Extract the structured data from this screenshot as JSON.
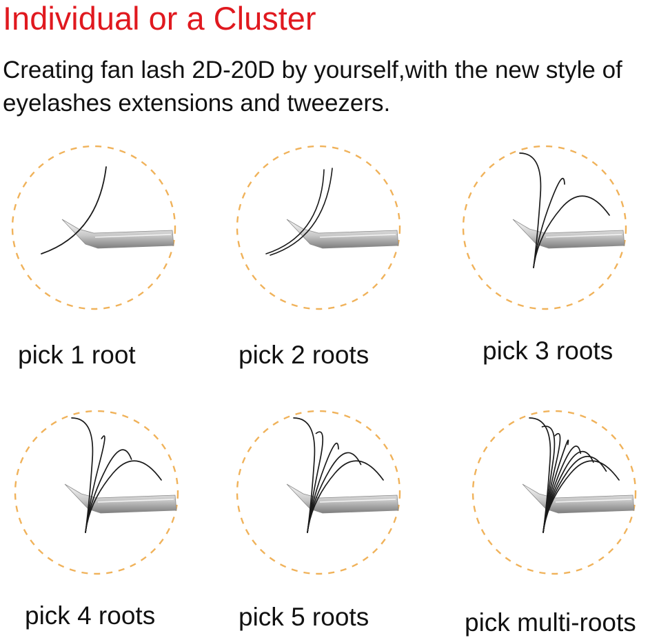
{
  "title": "Individual or a Cluster",
  "subtitle": "Creating fan lash 2D-20D by yourself,with the new style of eyelashes extensions and tweezers.",
  "colors": {
    "title": "#e0191f",
    "ring": "#f0b25a",
    "text": "#111111"
  },
  "items": [
    {
      "caption": "pick 1 root",
      "icon": "tweezer-one-lash-icon",
      "lashes": 1
    },
    {
      "caption": "pick 2 roots",
      "icon": "tweezer-two-lashes-icon",
      "lashes": 2
    },
    {
      "caption": "pick 3 roots",
      "icon": "tweezer-three-lashes-icon",
      "lashes": 3
    },
    {
      "caption": "pick 4 roots",
      "icon": "tweezer-four-lashes-icon",
      "lashes": 4
    },
    {
      "caption": "pick 5 roots",
      "icon": "tweezer-five-lashes-icon",
      "lashes": 5
    },
    {
      "caption": "pick multi-roots",
      "icon": "tweezer-multi-lashes-icon",
      "lashes": 8
    }
  ]
}
